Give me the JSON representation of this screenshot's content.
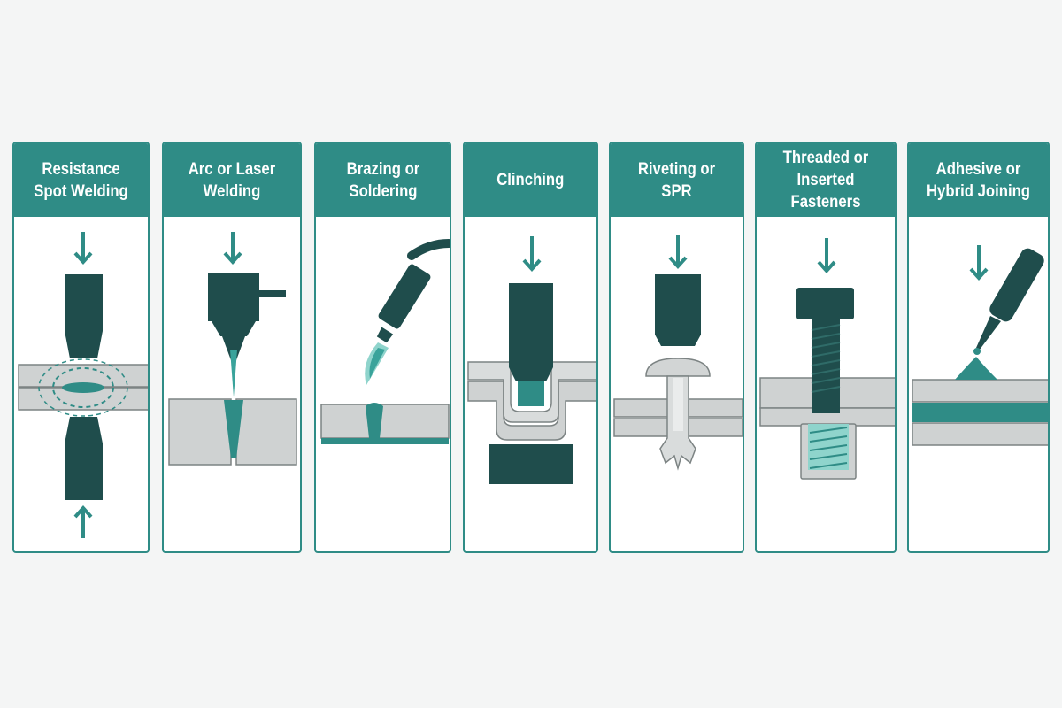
{
  "colors": {
    "accent": "#2f8c86",
    "dark": "#1f4d4c",
    "metal": "#cfd2d2",
    "outline": "#7c8383",
    "card_bg": "#ffffff",
    "page_bg": "#f4f5f5"
  },
  "panels": [
    {
      "id": "resistance-spot-welding",
      "title": "Resistance\nSpot Welding",
      "icons": [
        "down-arrow-icon",
        "up-arrow-icon",
        "electrode-icon",
        "weld-nugget-icon"
      ]
    },
    {
      "id": "arc-laser-welding",
      "title": "Arc or Laser\nWelding",
      "icons": [
        "down-arrow-icon",
        "welding-torch-icon",
        "weld-bead-icon"
      ]
    },
    {
      "id": "brazing-soldering",
      "title": "Brazing or\nSoldering",
      "icons": [
        "brazing-torch-icon",
        "flame-icon",
        "filler-metal-icon"
      ]
    },
    {
      "id": "clinching",
      "title": "Clinching",
      "icons": [
        "down-arrow-icon",
        "punch-icon",
        "die-icon"
      ]
    },
    {
      "id": "riveting-spr",
      "title": "Riveting or SPR",
      "icons": [
        "down-arrow-icon",
        "setting-tool-icon",
        "rivet-icon"
      ]
    },
    {
      "id": "threaded-fasteners",
      "title": "Threaded or\nInserted Fasteners",
      "icons": [
        "down-arrow-icon",
        "bolt-icon",
        "threaded-insert-icon"
      ]
    },
    {
      "id": "adhesive-hybrid",
      "title": "Adhesive or\nHybrid Joining",
      "icons": [
        "down-arrow-icon",
        "adhesive-dispenser-icon",
        "adhesive-layer-icon"
      ]
    }
  ]
}
